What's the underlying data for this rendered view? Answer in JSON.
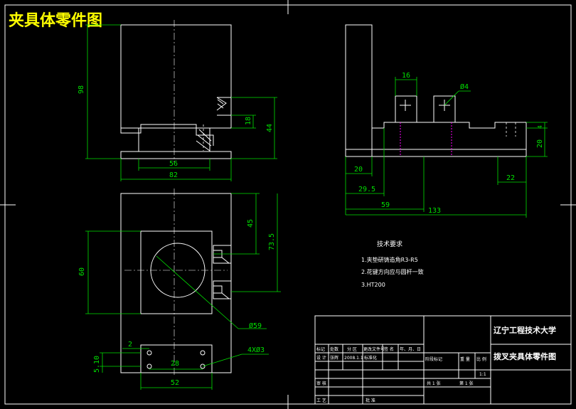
{
  "title": "夹具体零件图",
  "dims_front": {
    "height_98": "98",
    "height_44": "44",
    "height_18": "18",
    "width_56": "56",
    "width_82": "82"
  },
  "dims_top": {
    "d45": "45",
    "d735": "73.5",
    "d60": "60",
    "phi59": "Ø59",
    "holes": "4XØ3",
    "d2": "2",
    "d510": "5.10",
    "d28": "28",
    "d52": "52"
  },
  "dims_side": {
    "d16": "16",
    "phi4": "Ø4",
    "d4": "4",
    "d20v": "20",
    "d20": "20",
    "d29_5": "29.5",
    "d59": "59",
    "d133": "133",
    "d22": "22"
  },
  "notes": {
    "heading": "技术要求",
    "items": [
      "1.夹垫研铸造角R3-R5",
      "2.花键方向应与圆杆一致",
      "3.HT200"
    ]
  },
  "title_block": {
    "school": "辽宁工程技术大学",
    "part_name": "拨叉夹具体零件图",
    "cells": {
      "c1": "标记",
      "c2": "处数",
      "c3": "分 区",
      "c4": "更改文件号",
      "c5": "签 名",
      "c6": "年、月、日",
      "c7": "设 计",
      "c8": "张辉",
      "c9": "2008.1.1",
      "c10": "标准化",
      "c11": "审 核",
      "c12": "工 艺",
      "c13": "批 准",
      "c14": "阶段标记",
      "c15": "重 量",
      "c16": "比 例",
      "c17": "1:1",
      "c18": "共 1 张",
      "c19": "第 1 张"
    }
  }
}
